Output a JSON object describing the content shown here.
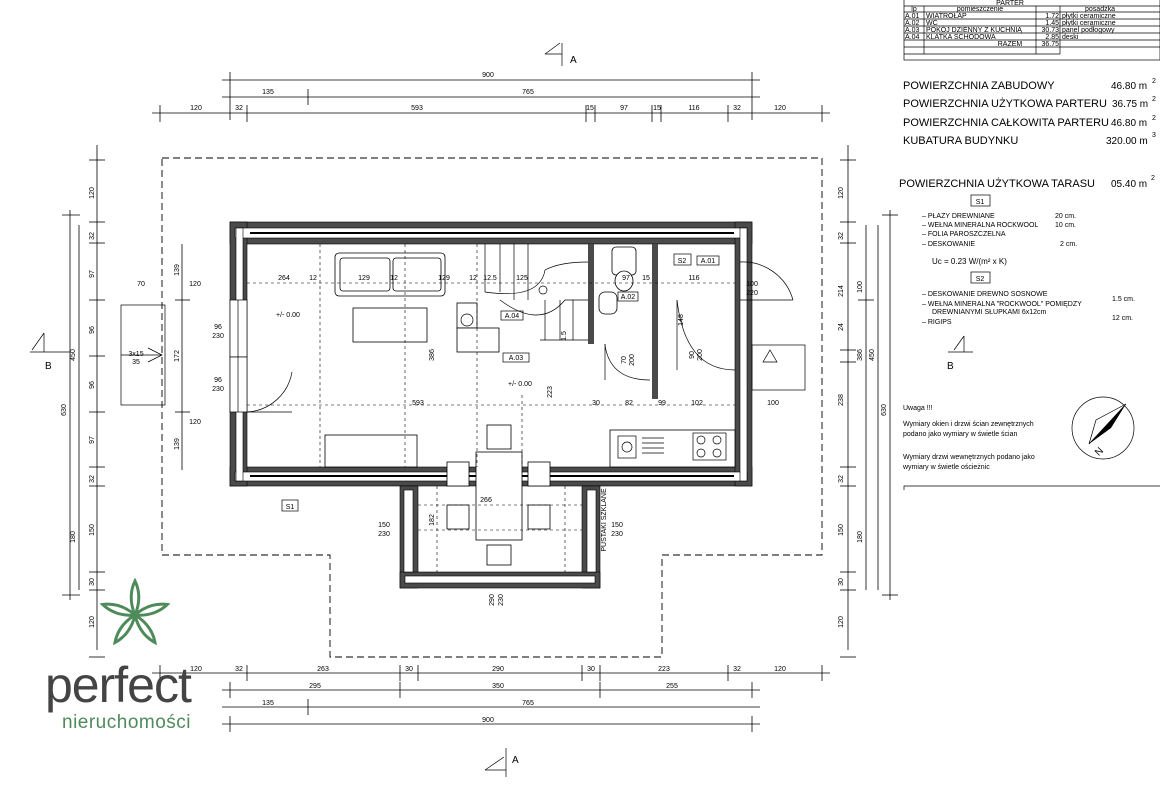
{
  "room_table": {
    "title": "PARTER",
    "headers": [
      "lp",
      "pomieszczenie",
      "posadzka"
    ],
    "rows": [
      {
        "lp": "A.01",
        "name": "WIATROŁAP",
        "area": "1.72",
        "floor": "płytki  ceramiczne"
      },
      {
        "lp": "A.02",
        "name": "WC",
        "area": "1.45",
        "floor": "płytki  ceramiczne"
      },
      {
        "lp": "A.03",
        "name": "POKÓJ DZIENNY Z KUCHNIĄ",
        "area": "30.73",
        "floor": "panel  podłogowy"
      },
      {
        "lp": "A.04",
        "name": "KLATKA SCHODOWA",
        "area": "2.85",
        "floor": "deski"
      }
    ],
    "total_label": "RAZEM",
    "total_value": "36.75"
  },
  "areas": [
    {
      "label": "POWIERZCHNIA ZABUDOWY",
      "value": "46.80 m",
      "exp": "2"
    },
    {
      "label": "POWIERZCHNIA UŻYTKOWA PARTERU",
      "value": "36.75 m",
      "exp": "2"
    },
    {
      "label": "POWIERZCHNIA CAŁKOWITA PARTERU",
      "value": "46.80 m",
      "exp": "2"
    },
    {
      "label": "KUBATURA BUDYNKU",
      "value": "320.00 m",
      "exp": "3"
    },
    {
      "label": "POWIERZCHNIA UŻYTKOWA TARASU",
      "value": "05.40 m",
      "exp": "2"
    }
  ],
  "s1": {
    "tag": "S1",
    "layers": [
      {
        "name": "–  PŁAZY DREWNIANE",
        "thk": "20 cm."
      },
      {
        "name": "–  WEŁNA MINERALNA ROCKWOOL",
        "thk": "10 cm."
      },
      {
        "name": "–  FOLIA PAROSZCZELNA",
        "thk": ""
      },
      {
        "name": "–  DESKOWANIE",
        "thk": "2 cm."
      }
    ],
    "uc": "Uc = 0.23 W/(m² x K)"
  },
  "s2": {
    "tag": "S2",
    "layers": [
      {
        "name": "–  DESKOWANIE DREWNO SOSNOWE",
        "thk": "1.5 cm."
      },
      {
        "name": "–  WEŁNA MINERALNA \"ROCKWOOL\" POMIĘDZY",
        "thk": "12 cm."
      },
      {
        "name": "DREWNIANYMI SŁUPKAMI 6x12cm",
        "thk": ""
      },
      {
        "name": "–  RIGIPS",
        "thk": ""
      }
    ]
  },
  "section_marks": {
    "a": "A",
    "b": "B"
  },
  "notes": {
    "title": "Uwaga !!!",
    "lines": [
      "Wymiary okien i drzwi ścian zewnętrznych",
      "podano  jako wymiary w świetle ścian",
      "Wymiary drzwi wewnętrznych podano jako",
      "wymiary w świetle ościeżnic"
    ]
  },
  "compass": {
    "label": "N"
  },
  "dims_top": {
    "total": "900",
    "row2": [
      "135",
      "765"
    ],
    "row3": [
      "120",
      "32",
      "593",
      "15",
      "97",
      "15",
      "116",
      "32",
      "120"
    ]
  },
  "dims_bottom": {
    "row1": [
      "120",
      "32",
      "263",
      "30",
      "290",
      "30",
      "223",
      "32",
      "120"
    ],
    "row2": [
      "295",
      "350",
      "255"
    ],
    "row3": [
      "135",
      "765"
    ],
    "total": "900"
  },
  "dims_left": {
    "total": "630",
    "mid": [
      "450",
      "180"
    ],
    "chain": [
      "120",
      "32",
      "97",
      "96",
      "96",
      "97",
      "32",
      "150",
      "30",
      "120"
    ],
    "inner": [
      "139",
      "172",
      "139"
    ]
  },
  "dims_right": {
    "total": "630",
    "mid": [
      "450",
      "180"
    ],
    "chain": [
      "120",
      "32",
      "214",
      "24",
      "238",
      "32",
      "150",
      "30",
      "120"
    ],
    "inner": [
      "100",
      "386"
    ]
  },
  "plan_labels": {
    "rooms": [
      "A.01",
      "A.02",
      "A.03",
      "A.04"
    ],
    "levels": [
      "+/- 0.00",
      "+/- 0.00"
    ],
    "tags": [
      "S1",
      "S2"
    ],
    "window_w": [
      "96",
      "230",
      "96",
      "230",
      "150",
      "230",
      "150",
      "230",
      "100",
      "220"
    ],
    "door_w": [
      "70",
      "200",
      "90",
      "200"
    ],
    "interior": [
      "264",
      "12",
      "129",
      "12",
      "129",
      "12",
      "12.5",
      "125",
      "97",
      "15",
      "116",
      "593",
      "82",
      "30",
      "99",
      "102",
      "100",
      "266",
      "182",
      "386",
      "223",
      "148",
      "120",
      "120",
      "70",
      "1.5",
      "3x15",
      "35"
    ],
    "gable": [
      "290",
      "230"
    ],
    "vertical_text": "PUSTAKI SZKLANE"
  },
  "logo": {
    "main": "perfect",
    "sub": "nieruchomości",
    "color": "#4f8a5a"
  }
}
